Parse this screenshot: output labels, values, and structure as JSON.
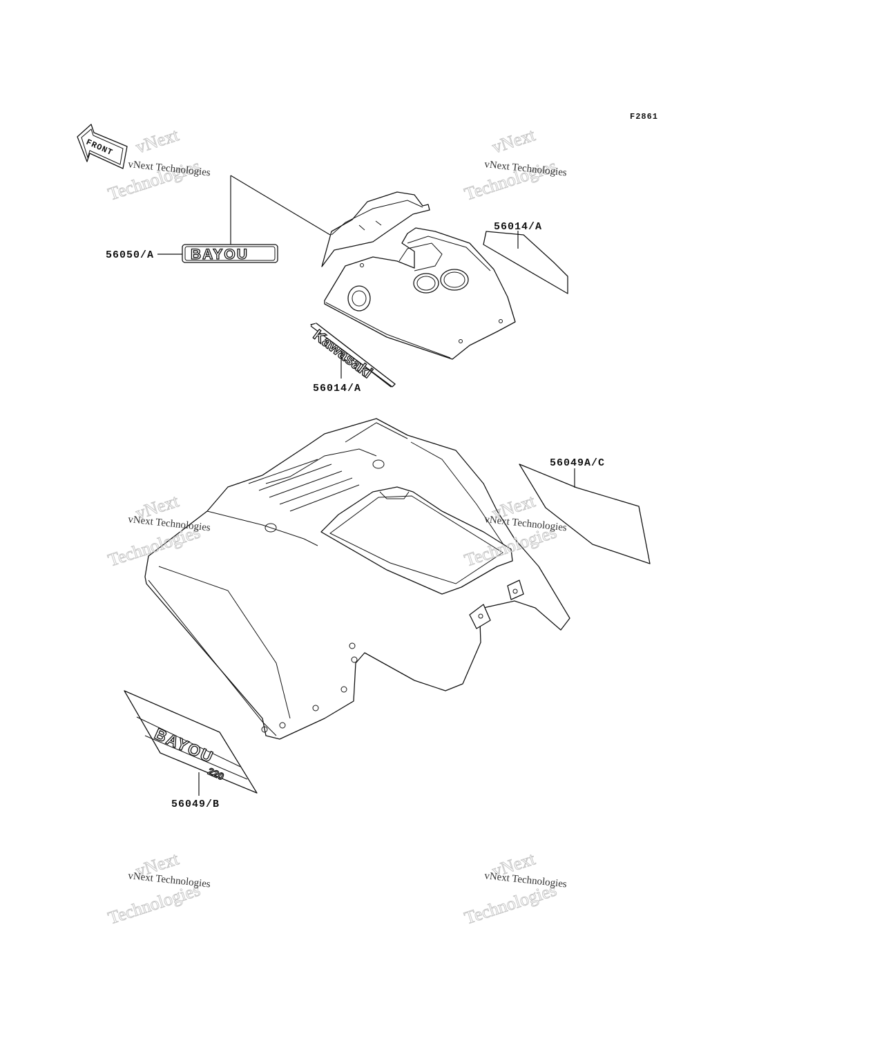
{
  "figure_code": "F2861",
  "front_arrow": {
    "label": "FRONT",
    "icon": "front-arrow-icon"
  },
  "callouts": {
    "bayou_emblem": "56050/A",
    "rear_strip": "56014/A",
    "kawasaki_decal": "56014/A",
    "fender_side": "56049A/C",
    "bayou_side": "56049/B"
  },
  "decals": {
    "bayou": "BAYOU",
    "kawasaki": "Kawasaki",
    "bayou_side": "BAYOU",
    "model": "220"
  },
  "watermark": {
    "line1": "vNext Technologies",
    "line2": "vNext",
    "line3": "Technologies"
  }
}
